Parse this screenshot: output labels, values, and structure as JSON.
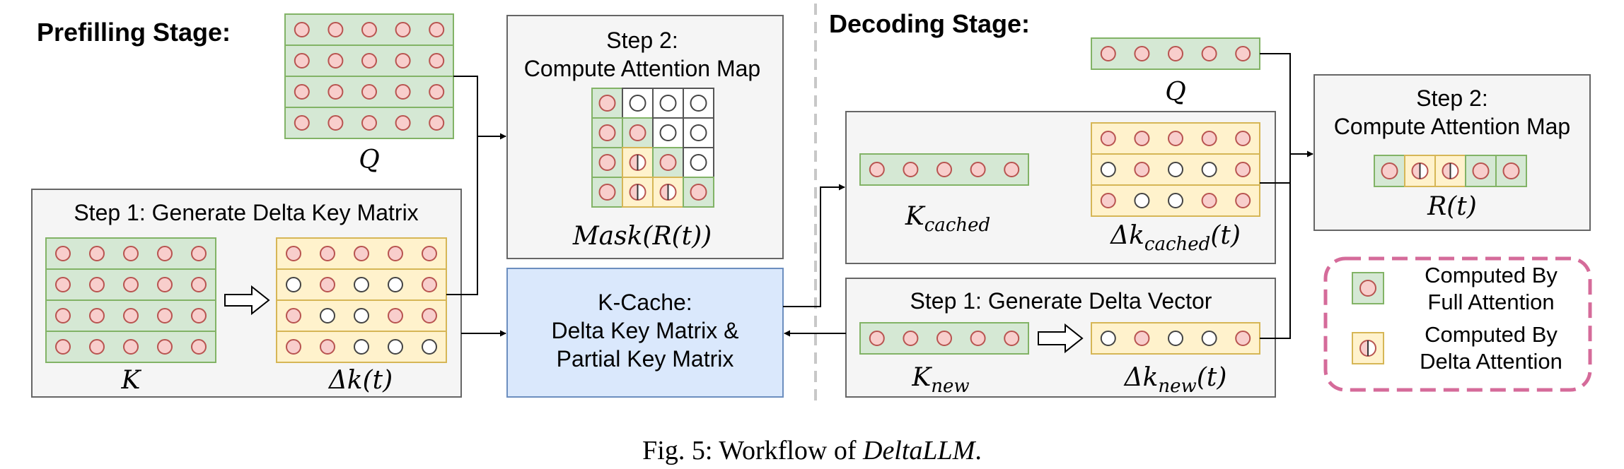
{
  "prefill": {
    "title": "Prefilling Stage:",
    "q_label": "Q",
    "step1_title": "Step 1: Generate Delta Key Matrix",
    "k_label": "K",
    "delta_k_label": "Δk(t)",
    "step2_title_line1": "Step 2:",
    "step2_title_line2": "Compute Attention Map",
    "mask_label": "Mask(R(t))"
  },
  "kcache": {
    "line1": "K-Cache:",
    "line2": "Delta Key Matrix &",
    "line3": "Partial Key Matrix"
  },
  "decode": {
    "title": "Decoding Stage:",
    "q_label": "Q",
    "k_cached_base": "K",
    "k_cached_sub": "cached",
    "dk_cached_base": "Δk",
    "dk_cached_sub": "cached",
    "dk_cached_arg": "(t)",
    "step1_title": "Step 1: Generate Delta Vector",
    "k_new_base": "K",
    "k_new_sub": "new",
    "dk_new_base": "Δk",
    "dk_new_sub": "new",
    "dk_new_arg": "(t)",
    "step2_title_line1": "Step 2:",
    "step2_title_line2": "Compute Attention Map",
    "r_label": "R(t)"
  },
  "legend": {
    "full_line1": "Computed By",
    "full_line2": "Full Attention",
    "delta_line1": "Computed By",
    "delta_line2": "Delta Attention"
  },
  "caption": {
    "prefix": "Fig. 5: Workflow of ",
    "name": "DeltaLLM",
    "suffix": "."
  },
  "colors": {
    "green_fill": "#d5e8d4",
    "green_stroke": "#82b366",
    "yellow_fill": "#fff2cc",
    "yellow_stroke": "#d6b656",
    "pink_fill": "#f8cecc",
    "pink_stroke": "#b85450",
    "box_fill": "#f5f5f5",
    "box_stroke": "#666666",
    "blue_fill": "#dae8fc",
    "blue_stroke": "#6c8ebf",
    "legend_border": "#d56b9a"
  }
}
